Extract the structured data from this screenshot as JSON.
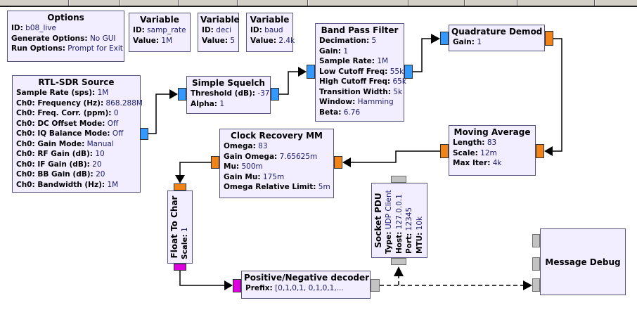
{
  "colors": {
    "complex_port": "#3399ff",
    "float_port": "#f08418",
    "byte_port": "#dd00dd",
    "message_port": "#c3c3c3",
    "block_bg": "#f2eeff",
    "block_border": "#54547a",
    "param_value": "#1b1b6e"
  },
  "blocks": {
    "options": {
      "title": "Options",
      "params": [
        {
          "label": "ID:",
          "value": "b08_live"
        },
        {
          "label": "Generate Options:",
          "value": "No GUI"
        },
        {
          "label": "Run Options:",
          "value": "Prompt for Exit"
        }
      ]
    },
    "variable_samp_rate": {
      "title": "Variable",
      "params": [
        {
          "label": "ID:",
          "value": "samp_rate"
        },
        {
          "label": "Value:",
          "value": "1M"
        }
      ]
    },
    "variable_deci": {
      "title": "Variable",
      "params": [
        {
          "label": "ID:",
          "value": "deci"
        },
        {
          "label": "Value:",
          "value": "5"
        }
      ]
    },
    "variable_baud": {
      "title": "Variable",
      "params": [
        {
          "label": "ID:",
          "value": "baud"
        },
        {
          "label": "Value:",
          "value": "2.4k"
        }
      ]
    },
    "rtl_sdr_source": {
      "title": "RTL-SDR Source",
      "params": [
        {
          "label": "Sample Rate (sps):",
          "value": "1M"
        },
        {
          "label": "Ch0: Frequency (Hz):",
          "value": "868.288M"
        },
        {
          "label": "Ch0: Freq. Corr. (ppm):",
          "value": "0"
        },
        {
          "label": "Ch0: DC Offset Mode:",
          "value": "Off"
        },
        {
          "label": "Ch0: IQ Balance Mode:",
          "value": "Off"
        },
        {
          "label": "Ch0: Gain Mode:",
          "value": "Manual"
        },
        {
          "label": "Ch0: RF Gain (dB):",
          "value": "10"
        },
        {
          "label": "Ch0: IF Gain (dB):",
          "value": "20"
        },
        {
          "label": "Ch0: BB Gain (dB):",
          "value": "20"
        },
        {
          "label": "Ch0: Bandwidth (Hz):",
          "value": "1M"
        }
      ]
    },
    "simple_squelch": {
      "title": "Simple Squelch",
      "params": [
        {
          "label": "Threshold (dB):",
          "value": "-37"
        },
        {
          "label": "Alpha:",
          "value": "1"
        }
      ]
    },
    "band_pass_filter": {
      "title": "Band Pass Filter",
      "params": [
        {
          "label": "Decimation:",
          "value": "5"
        },
        {
          "label": "Gain:",
          "value": "1"
        },
        {
          "label": "Sample Rate:",
          "value": "1M"
        },
        {
          "label": "Low Cutoff Freq:",
          "value": "55k"
        },
        {
          "label": "High Cutoff Freq:",
          "value": "65k"
        },
        {
          "label": "Transition Width:",
          "value": "5k"
        },
        {
          "label": "Window:",
          "value": "Hamming"
        },
        {
          "label": "Beta:",
          "value": "6.76"
        }
      ]
    },
    "quadrature_demod": {
      "title": "Quadrature Demod",
      "params": [
        {
          "label": "Gain:",
          "value": "1"
        }
      ]
    },
    "moving_average": {
      "title": "Moving Average",
      "params": [
        {
          "label": "Length:",
          "value": "83"
        },
        {
          "label": "Scale:",
          "value": "12m"
        },
        {
          "label": "Max Iter:",
          "value": "4k"
        }
      ]
    },
    "clock_recovery_mm": {
      "title": "Clock Recovery MM",
      "params": [
        {
          "label": "Omega:",
          "value": "83"
        },
        {
          "label": "Gain Omega:",
          "value": "7.65625m"
        },
        {
          "label": "Mu:",
          "value": "500m"
        },
        {
          "label": "Gain Mu:",
          "value": "175m"
        },
        {
          "label": "Omega Relative Limit:",
          "value": "5m"
        }
      ]
    },
    "float_to_char": {
      "title": "Float To Char",
      "params": [
        {
          "label": "Scale:",
          "value": "1"
        }
      ]
    },
    "socket_pdu": {
      "title": "Socket PDU",
      "params": [
        {
          "label": "Type:",
          "value": "UDP Client"
        },
        {
          "label": "Host:",
          "value": "127.0.0.1"
        },
        {
          "label": "Port:",
          "value": "12345"
        },
        {
          "label": "MTU:",
          "value": "10k"
        }
      ]
    },
    "positive_negative_decoder": {
      "title": "Positive/Negative decoder",
      "params": [
        {
          "label": "Prefix:",
          "value": "[0,1,0,1, 0,1,0,1,..."
        }
      ]
    },
    "message_debug": {
      "title": "Message Debug",
      "params": []
    }
  }
}
